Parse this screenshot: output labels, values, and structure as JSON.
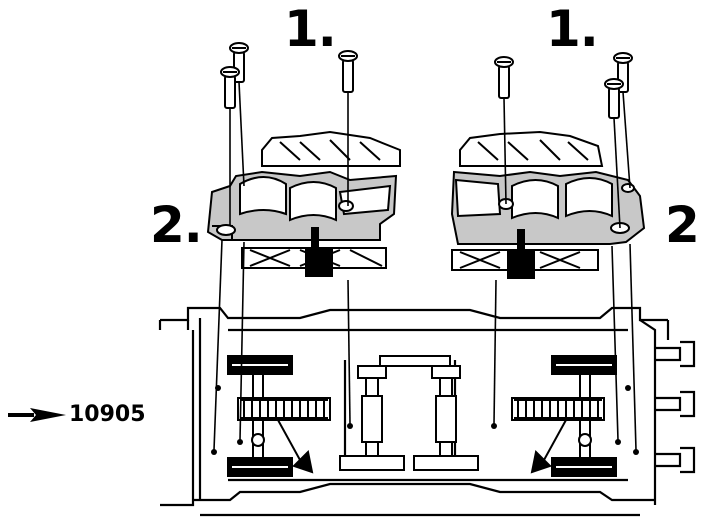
{
  "labels": {
    "step_1_left": "1.",
    "step_1_right": "1.",
    "step_2_left": "2.",
    "step_2_right": "2."
  },
  "part_reference": {
    "number": "10905",
    "icon": "arrow-right-icon"
  },
  "colors": {
    "ink": "#000000",
    "paper": "#ffffff",
    "shade": "#c8c8c8"
  }
}
